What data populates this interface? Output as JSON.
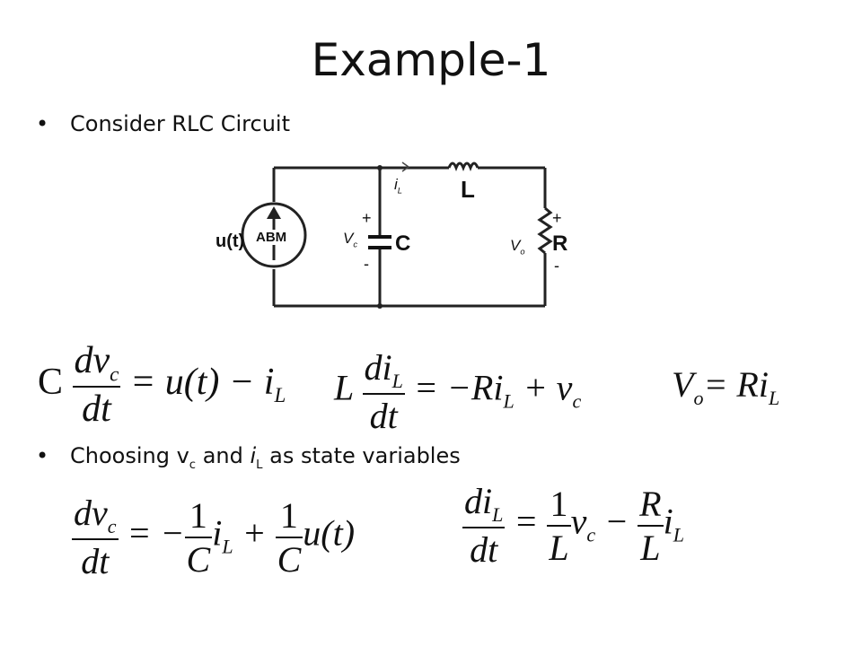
{
  "slide": {
    "title": "Example-1",
    "bullets": [
      {
        "text": "Consider RLC Circuit"
      },
      {
        "pre": "Choosing ",
        "v": "v",
        "vsub": "c",
        "mid": " and ",
        "i": "i",
        "isub": "L",
        "post": " as state variables"
      }
    ]
  },
  "circuit": {
    "source_label": "u(t)",
    "source_type": "ABM",
    "current_label": "i",
    "current_sub": "L",
    "inductor": "L",
    "capacitor": "C",
    "resistor": "R",
    "vc_label": "V",
    "vc_sub": "c",
    "vo_label": "V",
    "vo_sub": "o",
    "plus": "+",
    "minus": "-"
  },
  "equations": {
    "eq1": {
      "C": "C",
      "num": "dv",
      "num_sub": "c",
      "den": "dt",
      "rhs": "= u(t) − i",
      "rhs_sub": "L"
    },
    "eq2": {
      "L": "L",
      "num": "di",
      "num_sub": "L",
      "den": "dt",
      "rhs1": "= −Ri",
      "rhs1_sub": "L",
      "rhs2": " + v",
      "rhs2_sub": "c"
    },
    "eq3": {
      "lhs": "V",
      "lhs_sub": "o",
      "rhs": "= Ri",
      "rhs_sub": "L"
    },
    "eq4": {
      "num": "dv",
      "num_sub": "c",
      "den": "dt",
      "eq": "= −",
      "f1_num": "1",
      "f1_den": "C",
      "t1": "i",
      "t1_sub": "L",
      "plus": "+",
      "f2_num": "1",
      "f2_den": "C",
      "t2": "u(t)"
    },
    "eq5": {
      "num": "di",
      "num_sub": "L",
      "den": "dt",
      "eq": "=",
      "f1_num": "1",
      "f1_den": "L",
      "t1": "v",
      "t1_sub": "c",
      "minus": "−",
      "f2_num": "R",
      "f2_den": "L",
      "t2": "i",
      "t2_sub": "L"
    }
  }
}
